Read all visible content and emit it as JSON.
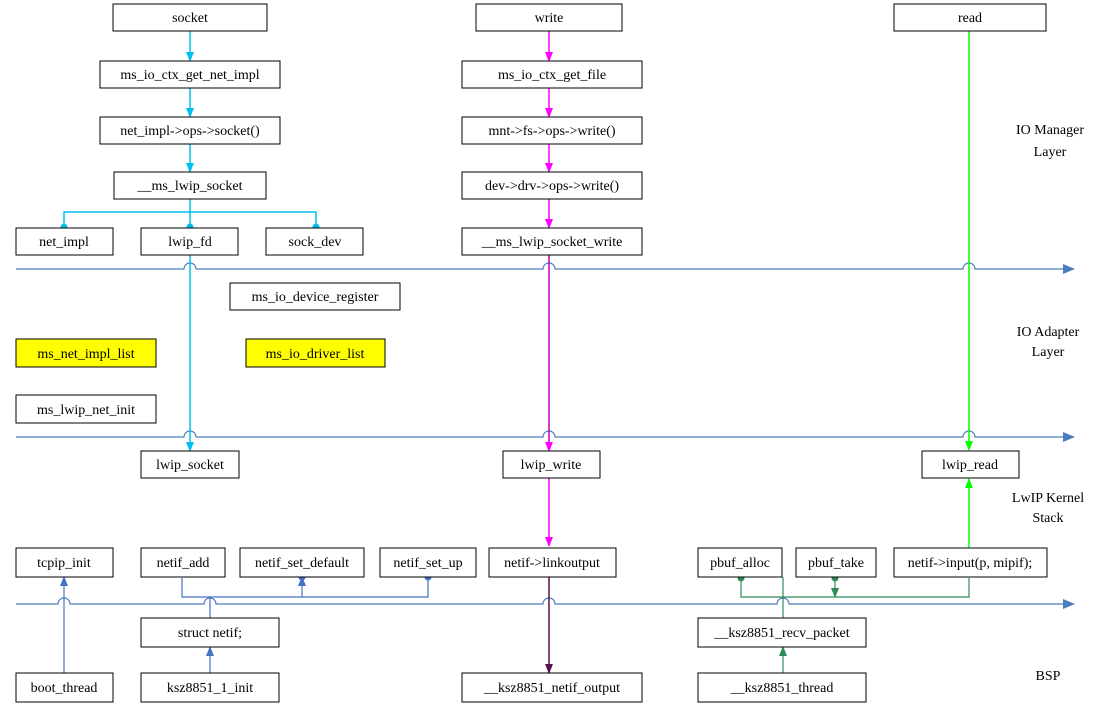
{
  "layers": {
    "io_manager": [
      "IO Manager",
      "Layer"
    ],
    "io_adapter": [
      "IO Adapter",
      "Layer"
    ],
    "lwip_kernel": [
      "LwIP Kernel",
      "Stack"
    ],
    "bsp": [
      "BSP"
    ]
  },
  "nodes": {
    "socket": "socket",
    "write": "write",
    "read": "read",
    "ms_io_ctx_get_net_impl": "ms_io_ctx_get_net_impl",
    "ms_io_ctx_get_file": "ms_io_ctx_get_file",
    "net_impl_ops_socket": "net_impl->ops->socket()",
    "mnt_fs_ops_write": "mnt->fs->ops->write()",
    "ms_lwip_socket": "__ms_lwip_socket",
    "dev_drv_ops_write": "dev->drv->ops->write()",
    "net_impl": "net_impl",
    "lwip_fd": "lwip_fd",
    "sock_dev": "sock_dev",
    "ms_lwip_socket_write": "__ms_lwip_socket_write",
    "ms_io_device_register": "ms_io_device_register",
    "ms_net_impl_list": "ms_net_impl_list",
    "ms_io_driver_list": "ms_io_driver_list",
    "ms_lwip_net_init": "ms_lwip_net_init",
    "lwip_socket": "lwip_socket",
    "lwip_write": "lwip_write",
    "lwip_read": "lwip_read",
    "tcpip_init": "tcpip_init",
    "netif_add": "netif_add",
    "netif_set_default": "netif_set_default",
    "netif_set_up": "netif_set_up",
    "netif_linkoutput": "netif->linkoutput",
    "pbuf_alloc": "pbuf_alloc",
    "pbuf_take": "pbuf_take",
    "netif_input": "netif->input(p, mipif);",
    "struct_netif": "struct netif;",
    "ksz8851_recv_packet": "__ksz8851_recv_packet",
    "boot_thread": "boot_thread",
    "ksz8851_1_init": "ksz8851_1_init",
    "ksz8851_netif_output": "__ksz8851_netif_output",
    "ksz8851_thread": "__ksz8851_thread"
  },
  "colors": {
    "socket_path": "#00bfef",
    "write_path": "#ff00ff",
    "write_path_dark": "#c000c0",
    "output_path": "#5b0f4a",
    "read_path": "#00ff00",
    "receive_path": "#2e8b57",
    "bsp_path": "#4472c4",
    "layer_line": "#4a7ebb",
    "highlight": "#ffff00"
  }
}
